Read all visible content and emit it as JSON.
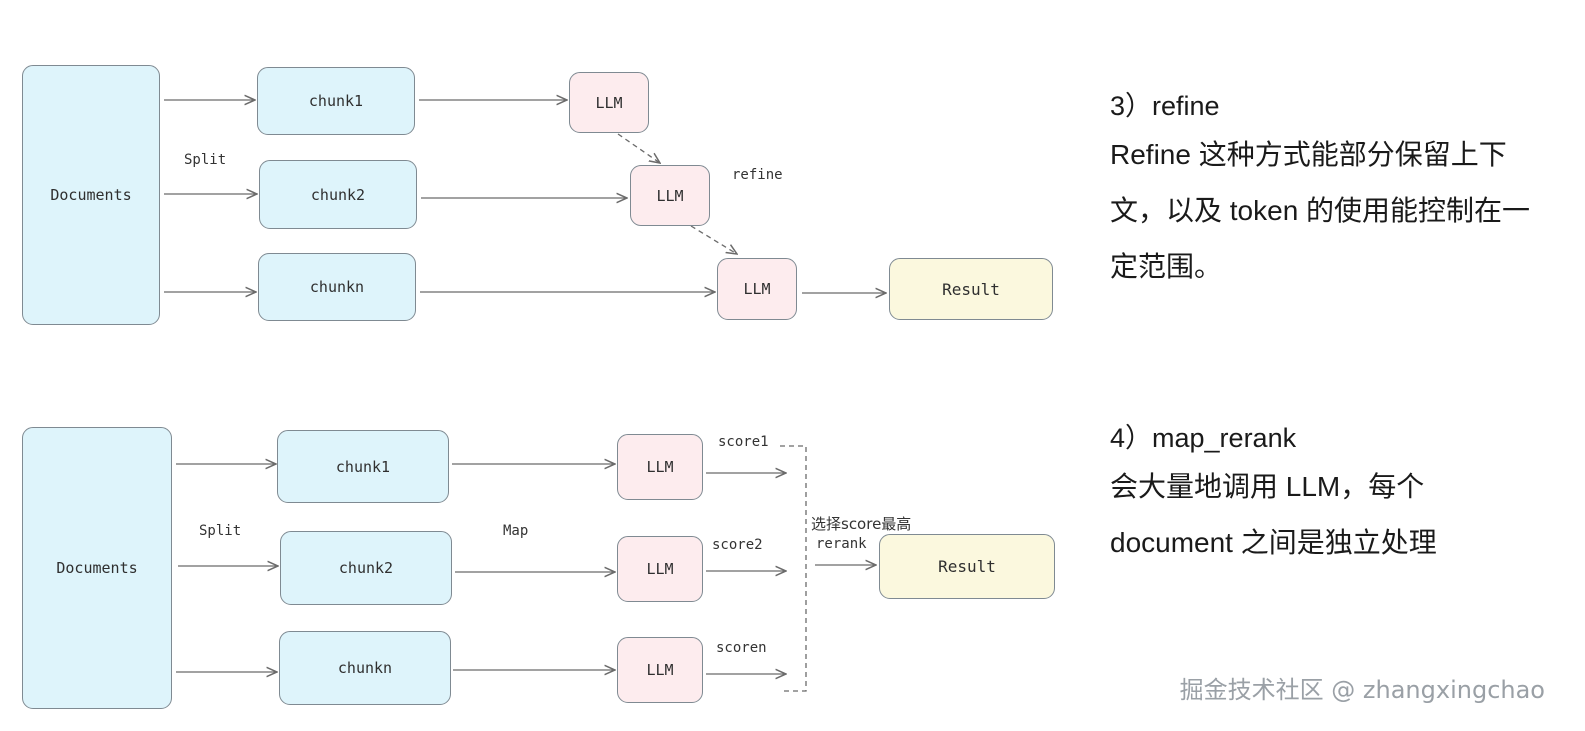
{
  "refine": {
    "documents": "Documents",
    "split": "Split",
    "chunks": [
      "chunk1",
      "chunk2",
      "chunkn"
    ],
    "llm": "LLM",
    "refine_label": "refine",
    "result": "Result",
    "heading": "3）refine",
    "description": "Refine 这种方式能部分保留上下文，以及 token 的使用能控制在一定范围。"
  },
  "map_rerank": {
    "documents": "Documents",
    "split": "Split",
    "map": "Map",
    "chunks": [
      "chunk1",
      "chunk2",
      "chunkn"
    ],
    "llm": "LLM",
    "scores": [
      "score1",
      "score2",
      "scoren"
    ],
    "select_label": "选择score最高",
    "rerank_label": "rerank",
    "result": "Result",
    "heading": "4）map_rerank",
    "description": "会大量地调用 LLM，每个 document 之间是独立处理"
  },
  "watermark": "掘金技术社区 @ zhangxingchao"
}
